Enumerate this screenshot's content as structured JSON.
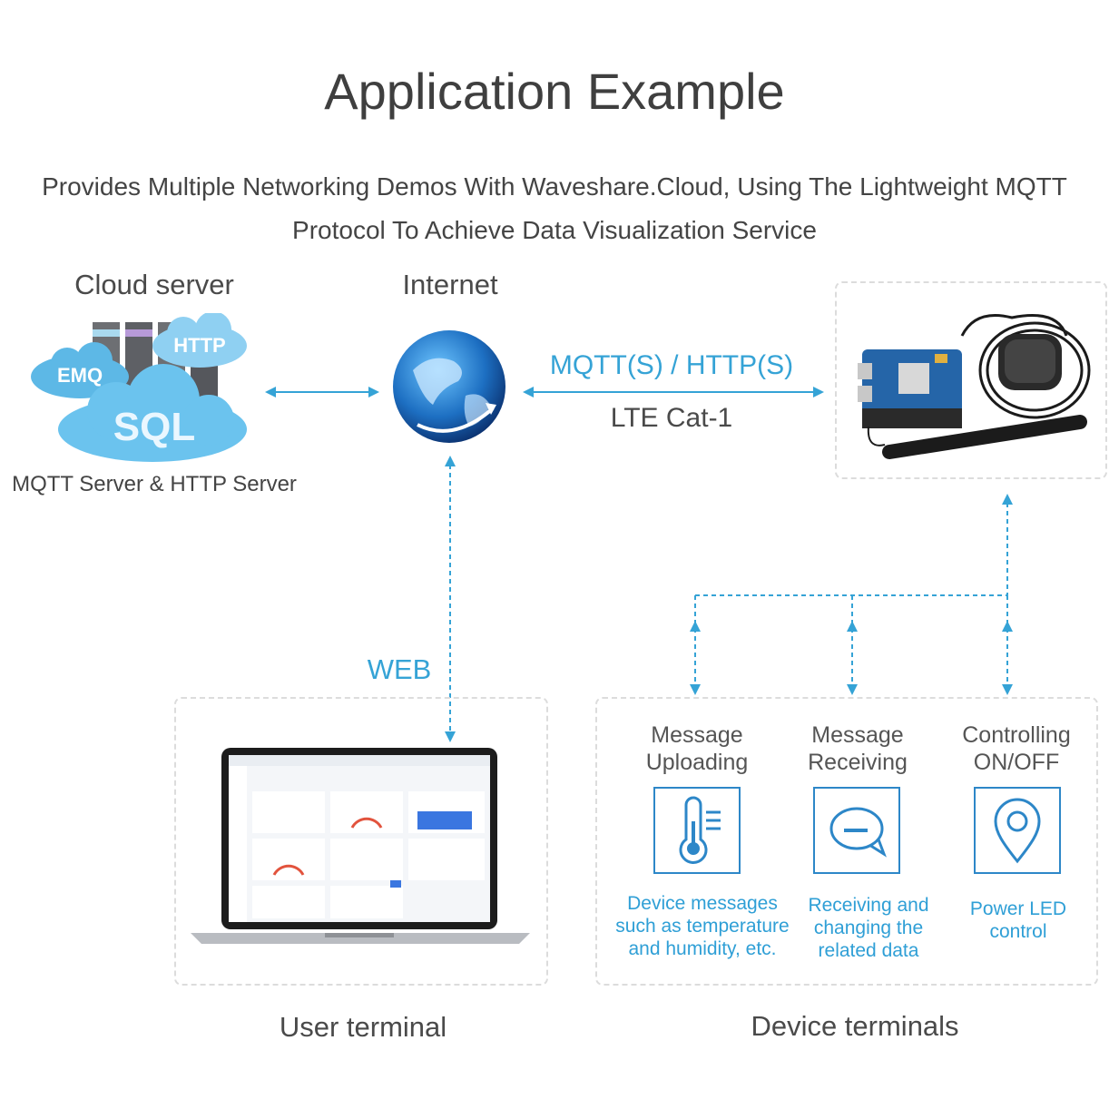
{
  "header": {
    "title": "Application Example",
    "subtitle_line1": "Provides Multiple Networking Demos With Waveshare.Cloud, Using The Lightweight MQTT",
    "subtitle_line2": "Protocol To Achieve Data Visualization Service"
  },
  "cloud": {
    "label": "Cloud server",
    "caption": "MQTT Server & HTTP Server",
    "badges": {
      "http": "HTTP",
      "emq": "EMQ",
      "sql": "SQL"
    }
  },
  "internet": {
    "label": "Internet"
  },
  "link": {
    "protocol": "MQTT(S) / HTTP(S)",
    "network": "LTE Cat-1"
  },
  "web": {
    "label": "WEB"
  },
  "user_terminal": {
    "label": "User terminal"
  },
  "device_terminals": {
    "label": "Device terminals",
    "features": [
      {
        "title_line1": "Message",
        "title_line2": "Uploading",
        "icon": "thermometer-icon",
        "desc_line1": "Device messages",
        "desc_line2": "such as temperature",
        "desc_line3": "and humidity, etc."
      },
      {
        "title_line1": "Message",
        "title_line2": "Receiving",
        "icon": "chat-bubble-icon",
        "desc_line1": "Receiving and",
        "desc_line2": "changing the",
        "desc_line3": "related data"
      },
      {
        "title_line1": "Controlling",
        "title_line2": "ON/OFF",
        "icon": "location-pin-icon",
        "desc_line1": "Power LED",
        "desc_line2": "control"
      }
    ]
  },
  "colors": {
    "accent": "#35a3d6",
    "icon_border": "#2d87c8",
    "dashed": "#dcdcdc"
  }
}
